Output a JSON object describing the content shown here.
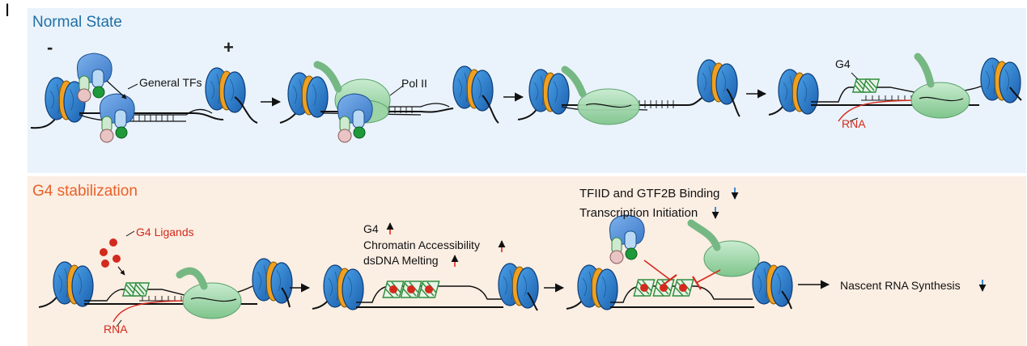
{
  "figure_letter": "I",
  "panels": {
    "normal": {
      "title": "Normal State",
      "minus": "-",
      "plus": "+",
      "general_tfs": "General TFs",
      "pol2": "Pol II",
      "g4": "G4",
      "rna": "RNA"
    },
    "stabilization": {
      "title": "G4 stabilization",
      "g4_ligands": "G4 Ligands",
      "rna": "RNA",
      "effect_g4": "G4",
      "effect_chromatin": "Chromatin Accessibility",
      "effect_melting": "dsDNA Melting",
      "tfiid": "TFIID and GTF2B Binding",
      "initiation": "Transcription Initiation",
      "nascent": "Nascent RNA Synthesis"
    }
  },
  "colors": {
    "top_bg": "#eaf3fb",
    "bottom_bg": "#fbeee3",
    "nucleosome_blue": "#2a7fd0",
    "nucleosome_band": "#f0a020",
    "pol2_green": "#a8dab0",
    "g4_green": "#2e8b3a",
    "rna_red": "#d42a1e",
    "up_arrow": "#e8402a",
    "down_arrow": "#2a7fd0"
  }
}
